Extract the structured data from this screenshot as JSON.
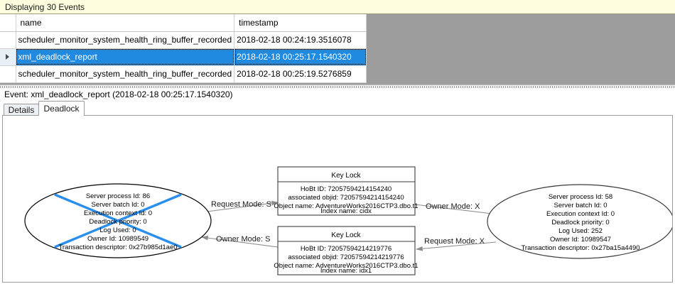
{
  "info_bar": {
    "text": "Displaying 30 Events"
  },
  "grid": {
    "columns": [
      "",
      "name",
      "timestamp"
    ],
    "rows": [
      {
        "selected": false,
        "indicator": "",
        "name": "scheduler_monitor_system_health_ring_buffer_recorded",
        "timestamp": "2018-02-18 00:24:19.3516078"
      },
      {
        "selected": true,
        "indicator": "row-arrow-icon",
        "name": "xml_deadlock_report",
        "timestamp": "2018-02-18 00:25:17.1540320"
      },
      {
        "selected": false,
        "indicator": "",
        "name": "scheduler_monitor_system_health_ring_buffer_recorded",
        "timestamp": "2018-02-18 00:25:19.5276859"
      }
    ]
  },
  "event_caption": {
    "text": "Event: xml_deadlock_report (2018-02-18 00:25:17.1540320)"
  },
  "tabs": [
    {
      "label": "Details",
      "selected": false
    },
    {
      "label": "Deadlock",
      "selected": true
    }
  ],
  "deadlock_graph": {
    "victim_marker_color": "#2a8fec",
    "process_left": {
      "is_victim": true,
      "lines": [
        "Server process Id: 86",
        "Server batch Id: 0",
        "Execution context Id: 0",
        "Deadlock priority: 0",
        "Log Used: 0",
        "Owner Id: 10989549",
        "Transaction descriptor: 0x27b985d1ae0"
      ]
    },
    "process_right": {
      "is_victim": false,
      "lines": [
        "Server process Id: 58",
        "Server batch Id: 0",
        "Execution context Id: 0",
        "Deadlock priority: 0",
        "Log Used: 252",
        "Owner Id: 10989547",
        "Transaction descriptor: 0x27ba15a4490"
      ]
    },
    "resource_top": {
      "title": "Key Lock",
      "lines": [
        "HoBt ID: 72057594214154240",
        "associated objid: 72057594214154240",
        "Object name: AdventureWorks2016CTP3.dbo.t1",
        "Index name: cidx"
      ]
    },
    "resource_bottom": {
      "title": "Key Lock",
      "lines": [
        "HoBt ID: 72057594214219776",
        "associated objid: 72057594214219776",
        "Object name: AdventureWorks2016CTP3.dbo.t1",
        "Index name: idx1"
      ]
    },
    "edges": [
      {
        "id": "left-request-top",
        "label": "Request Mode: S"
      },
      {
        "id": "top-owner-right",
        "label": "Owner Mode: X"
      },
      {
        "id": "bottom-owner-left",
        "label": "Owner Mode: S"
      },
      {
        "id": "right-request-bottom",
        "label": "Request Mode: X"
      }
    ]
  }
}
